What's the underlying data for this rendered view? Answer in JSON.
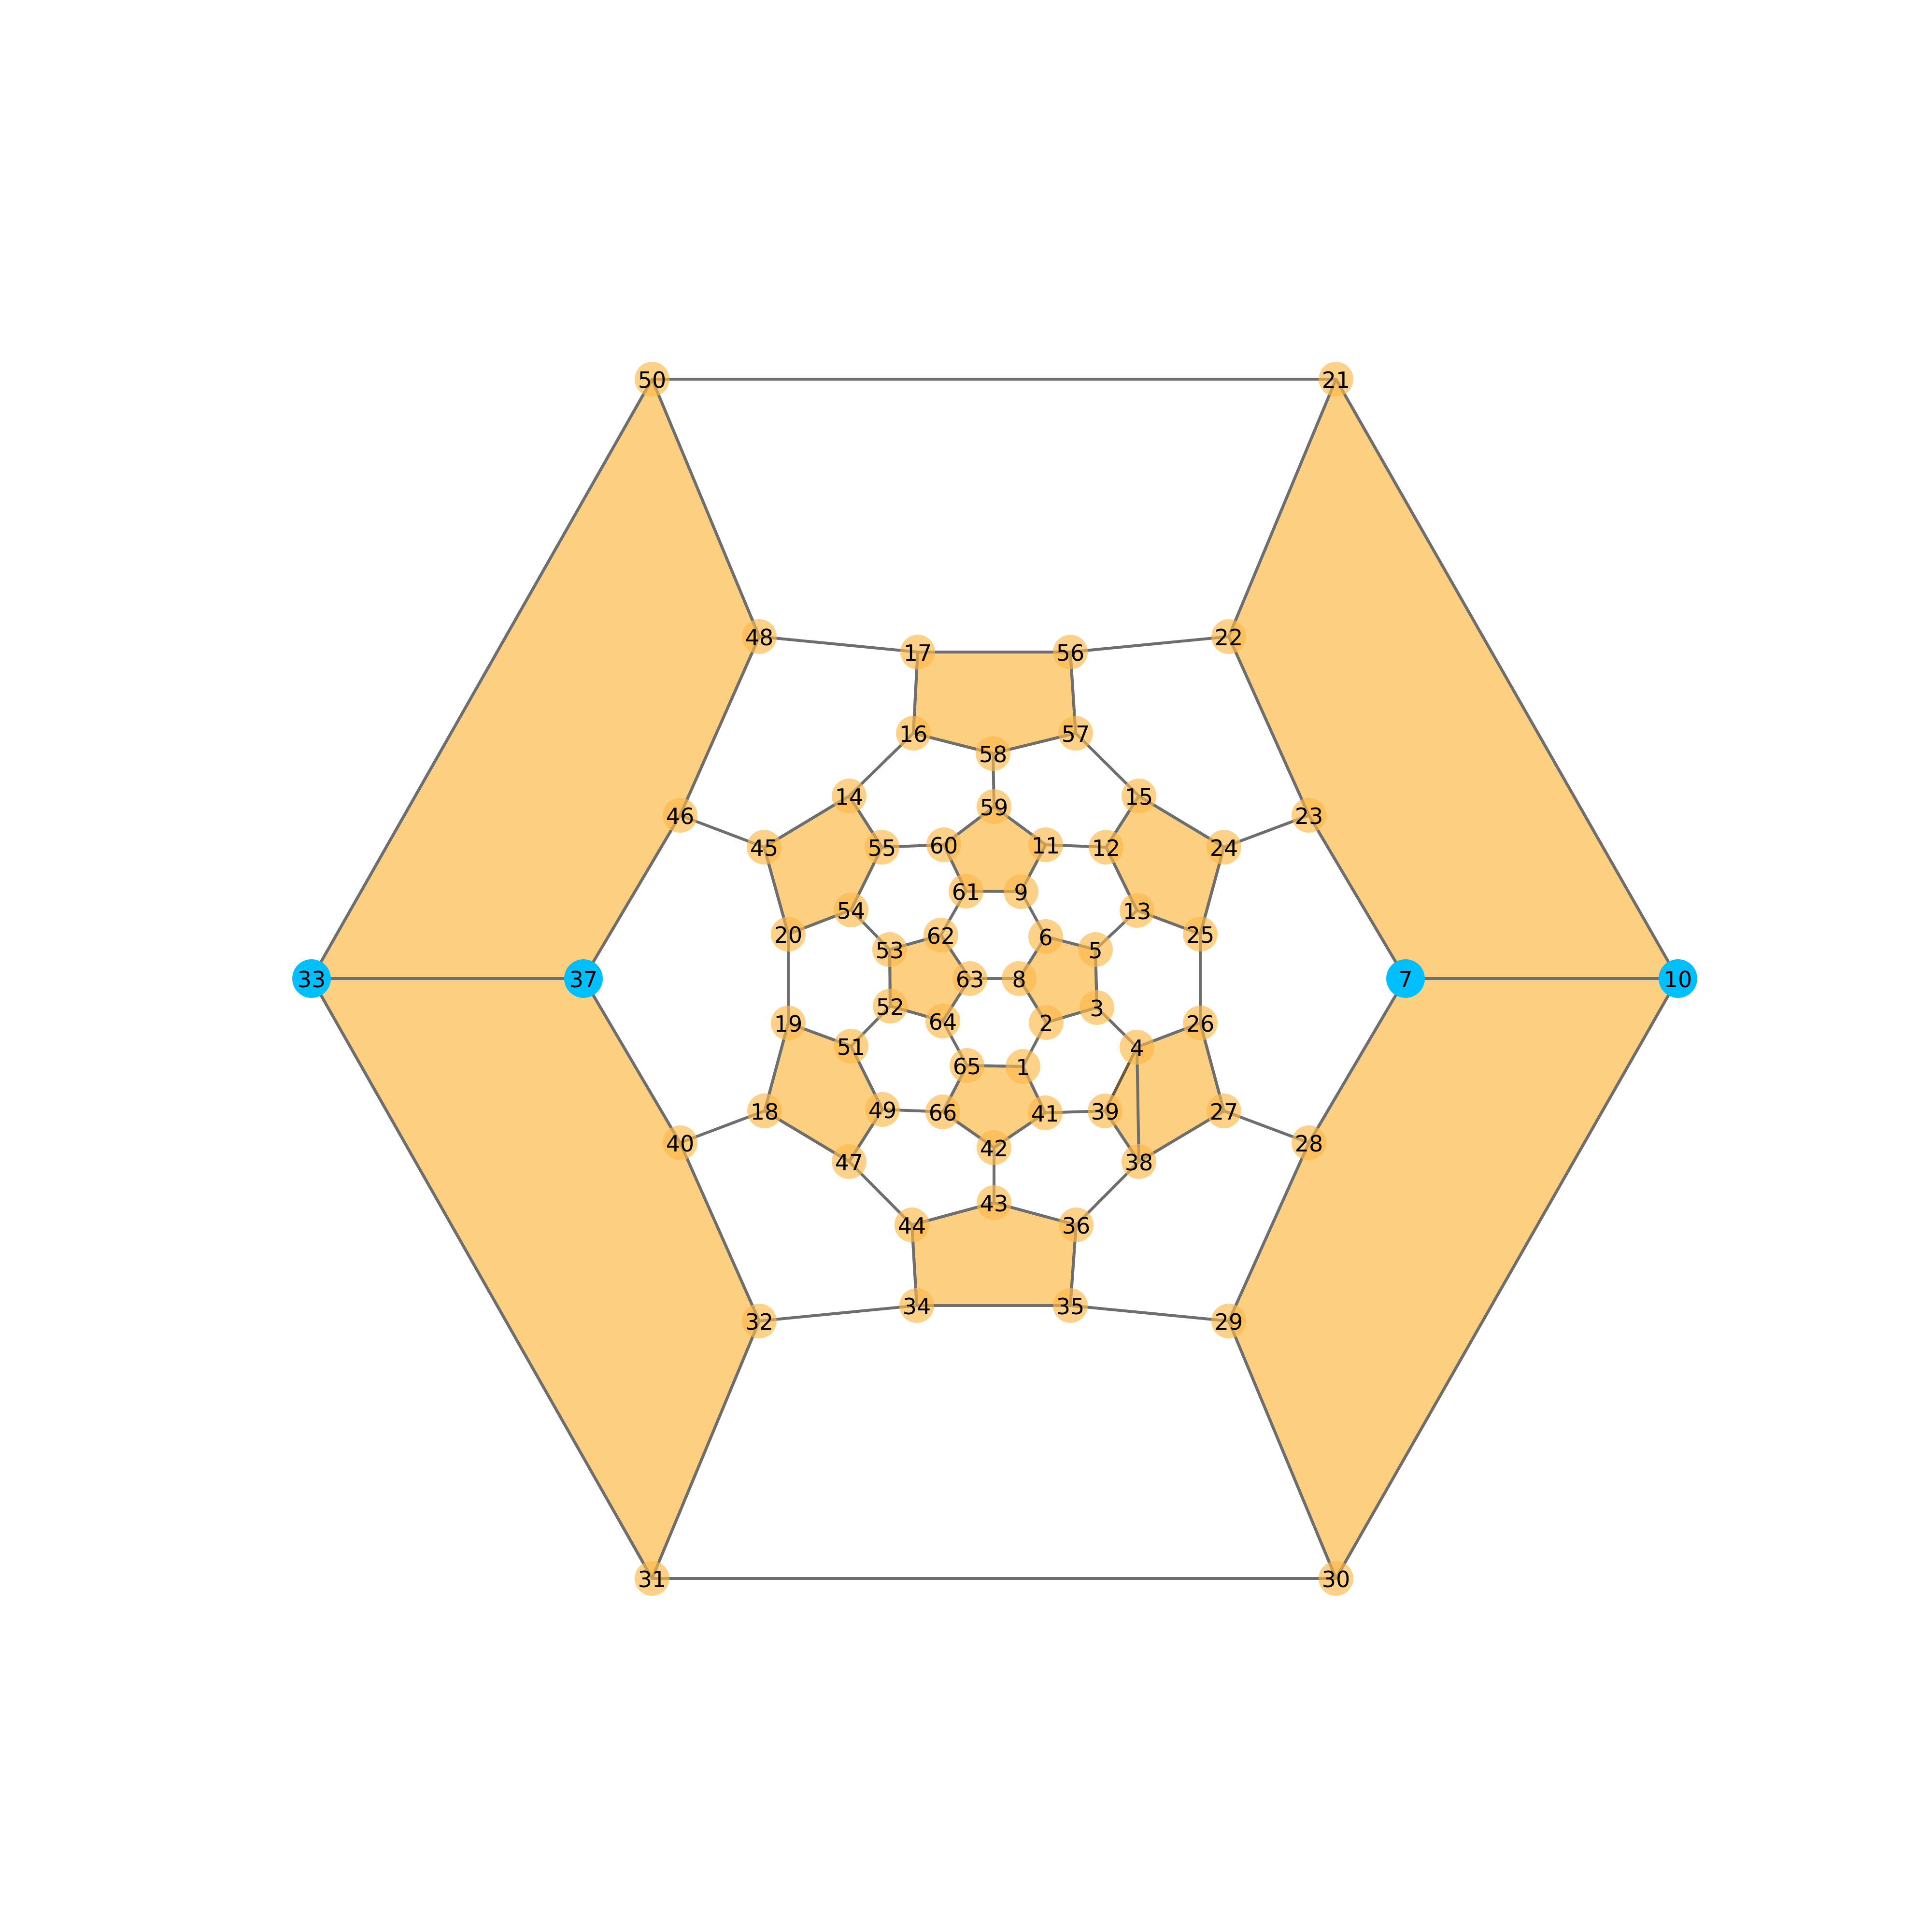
{
  "graph": {
    "node_color": "#FDB94A",
    "highlight_color": "#00BFFF",
    "face_fill": "#FDCF80",
    "face_stroke": "#6B5A35",
    "edge_color": "#6E6E6E",
    "node_labels": [
      "1",
      "2",
      "3",
      "4",
      "5",
      "6",
      "7",
      "8",
      "9",
      "10",
      "11",
      "12",
      "13",
      "14",
      "15",
      "16",
      "17",
      "18",
      "19",
      "20",
      "21",
      "22",
      "23",
      "24",
      "25",
      "26",
      "27",
      "28",
      "29",
      "30",
      "31",
      "32",
      "33",
      "34",
      "35",
      "36",
      "37",
      "38",
      "39",
      "40",
      "41",
      "42",
      "43",
      "44",
      "45",
      "46",
      "47",
      "48",
      "49",
      "50",
      "51",
      "52",
      "53",
      "54",
      "55",
      "56",
      "57",
      "58",
      "59",
      "60",
      "61",
      "62",
      "63",
      "64",
      "65",
      "66"
    ],
    "highlighted_nodes": [
      "7",
      "10",
      "33",
      "37"
    ],
    "edges": [
      [
        "50",
        "21"
      ],
      [
        "31",
        "30"
      ],
      [
        "50",
        "48"
      ],
      [
        "50",
        "33"
      ],
      [
        "21",
        "22"
      ],
      [
        "21",
        "10"
      ],
      [
        "33",
        "31"
      ],
      [
        "10",
        "30"
      ],
      [
        "33",
        "37"
      ],
      [
        "7",
        "10"
      ],
      [
        "48",
        "46"
      ],
      [
        "46",
        "37"
      ],
      [
        "37",
        "40"
      ],
      [
        "40",
        "32"
      ],
      [
        "32",
        "31"
      ],
      [
        "22",
        "23"
      ],
      [
        "23",
        "7"
      ],
      [
        "7",
        "28"
      ],
      [
        "28",
        "29"
      ],
      [
        "29",
        "30"
      ],
      [
        "48",
        "17"
      ],
      [
        "22",
        "56"
      ],
      [
        "46",
        "45"
      ],
      [
        "23",
        "24"
      ],
      [
        "40",
        "18"
      ],
      [
        "28",
        "27"
      ],
      [
        "32",
        "34"
      ],
      [
        "29",
        "35"
      ],
      [
        "17",
        "56"
      ],
      [
        "17",
        "16"
      ],
      [
        "56",
        "57"
      ],
      [
        "16",
        "58"
      ],
      [
        "57",
        "58"
      ],
      [
        "16",
        "14"
      ],
      [
        "57",
        "15"
      ],
      [
        "58",
        "59"
      ],
      [
        "59",
        "60"
      ],
      [
        "59",
        "11"
      ],
      [
        "60",
        "61"
      ],
      [
        "11",
        "9"
      ],
      [
        "61",
        "9"
      ],
      [
        "14",
        "45"
      ],
      [
        "14",
        "55"
      ],
      [
        "45",
        "20"
      ],
      [
        "55",
        "54"
      ],
      [
        "20",
        "54"
      ],
      [
        "15",
        "24"
      ],
      [
        "15",
        "12"
      ],
      [
        "24",
        "25"
      ],
      [
        "12",
        "13"
      ],
      [
        "13",
        "25"
      ],
      [
        "55",
        "60"
      ],
      [
        "11",
        "12"
      ],
      [
        "54",
        "53"
      ],
      [
        "61",
        "62"
      ],
      [
        "9",
        "6"
      ],
      [
        "13",
        "5"
      ],
      [
        "53",
        "62"
      ],
      [
        "53",
        "52"
      ],
      [
        "62",
        "63"
      ],
      [
        "52",
        "64"
      ],
      [
        "63",
        "64"
      ],
      [
        "6",
        "5"
      ],
      [
        "6",
        "8"
      ],
      [
        "5",
        "3"
      ],
      [
        "8",
        "2"
      ],
      [
        "2",
        "3"
      ],
      [
        "63",
        "8"
      ],
      [
        "20",
        "19"
      ],
      [
        "25",
        "26"
      ],
      [
        "19",
        "51"
      ],
      [
        "19",
        "18"
      ],
      [
        "51",
        "52"
      ],
      [
        "51",
        "49"
      ],
      [
        "18",
        "47"
      ],
      [
        "49",
        "47"
      ],
      [
        "26",
        "4"
      ],
      [
        "26",
        "27"
      ],
      [
        "4",
        "3"
      ],
      [
        "4",
        "38"
      ],
      [
        "27",
        "38"
      ],
      [
        "38",
        "39"
      ],
      [
        "64",
        "65"
      ],
      [
        "2",
        "1"
      ],
      [
        "65",
        "1"
      ],
      [
        "65",
        "66"
      ],
      [
        "1",
        "41"
      ],
      [
        "66",
        "42"
      ],
      [
        "41",
        "42"
      ],
      [
        "49",
        "66"
      ],
      [
        "41",
        "39"
      ],
      [
        "42",
        "43"
      ],
      [
        "47",
        "44"
      ],
      [
        "38",
        "36"
      ],
      [
        "44",
        "43"
      ],
      [
        "43",
        "36"
      ],
      [
        "44",
        "34"
      ],
      [
        "36",
        "35"
      ],
      [
        "34",
        "35"
      ]
    ],
    "faces": [
      [
        "50",
        "48",
        "46",
        "37",
        "33"
      ],
      [
        "33",
        "37",
        "40",
        "32",
        "31"
      ],
      [
        "21",
        "10",
        "7",
        "23",
        "22"
      ],
      [
        "7",
        "10",
        "30",
        "29",
        "28"
      ],
      [
        "17",
        "56",
        "57",
        "58",
        "16"
      ],
      [
        "34",
        "44",
        "43",
        "36",
        "35"
      ],
      [
        "14",
        "55",
        "54",
        "20",
        "45"
      ],
      [
        "15",
        "24",
        "25",
        "13",
        "12"
      ],
      [
        "19",
        "51",
        "49",
        "47",
        "18"
      ],
      [
        "4",
        "26",
        "27",
        "38",
        "39"
      ],
      [
        "59",
        "11",
        "9",
        "61",
        "60"
      ],
      [
        "53",
        "62",
        "63",
        "64",
        "52"
      ],
      [
        "6",
        "5",
        "3",
        "2",
        "8"
      ],
      [
        "65",
        "1",
        "41",
        "42",
        "66"
      ]
    ]
  }
}
